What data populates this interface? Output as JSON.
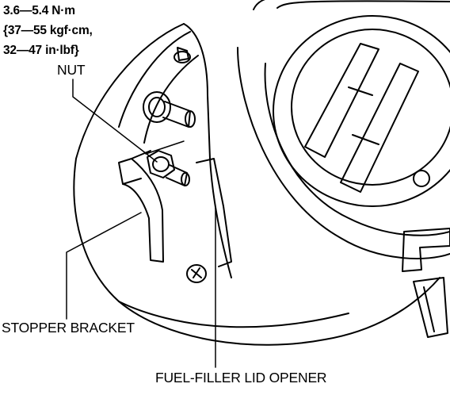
{
  "torque_spec": {
    "line1": "3.6—5.4 N·m",
    "line2": "{37—55 kgf·cm,",
    "line3": "32—47 in·lbf}"
  },
  "labels": {
    "nut": "NUT",
    "stopper_bracket": "STOPPER BRACKET",
    "fuel_filler_lid_opener": "FUEL-FILLER LID OPENER"
  }
}
